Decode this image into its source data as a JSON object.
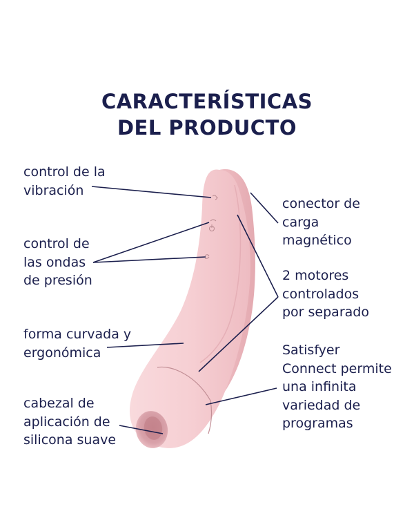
{
  "title": {
    "line1": "CARACTERÍSTICAS",
    "line2": "DEL PRODUCTO"
  },
  "labels_left": [
    {
      "id": "vibration-control",
      "lines": [
        "control de la",
        "vibración"
      ]
    },
    {
      "id": "pressure-wave-control",
      "lines": [
        "control de",
        "las ondas",
        "de presión"
      ]
    },
    {
      "id": "curved-shape",
      "lines": [
        "forma curvada y",
        "ergonómica"
      ]
    },
    {
      "id": "silicone-head",
      "lines": [
        "cabezal de",
        "aplicación de",
        "silicona suave"
      ]
    }
  ],
  "labels_right": [
    {
      "id": "magnetic-charger",
      "lines": [
        "conector de",
        "carga",
        "magnético"
      ]
    },
    {
      "id": "two-motors",
      "lines": [
        "2 motores",
        "controlados",
        "por separado"
      ]
    },
    {
      "id": "satisfyer-connect",
      "lines": [
        "Satisfyer",
        "Connect permite",
        "una infinita",
        "variedad de",
        "programas"
      ]
    }
  ],
  "colors": {
    "text": "#1b1f4d",
    "product_pink": "#f6cfd3",
    "product_shadow": "#e8b4ba",
    "leader_line": "#1b1f4d",
    "background": "#ffffff"
  }
}
